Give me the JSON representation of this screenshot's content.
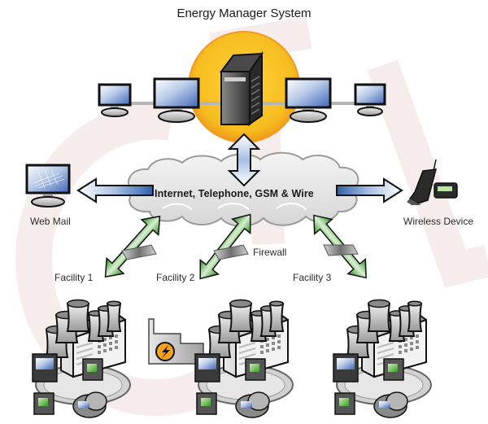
{
  "title": "Energy Manager System",
  "network": {
    "label": "Internet, Telephone, GSM & Wire"
  },
  "endpoints": {
    "web_mail": "Web Mail",
    "wireless_device": "Wireless Device"
  },
  "firewall_label": "Firewall",
  "facilities": [
    {
      "label": "Facility 1"
    },
    {
      "label": "Facility 2"
    },
    {
      "label": "Facility 3"
    }
  ],
  "colors": {
    "hub_circle": "#f5b81c",
    "hub_circle_edge": "#f08a1a",
    "arrow_blue": "#4f7fc0",
    "arrow_green": "#49a83a",
    "cloud": "#e4e4e4",
    "watermark": "#f3e4e4"
  }
}
